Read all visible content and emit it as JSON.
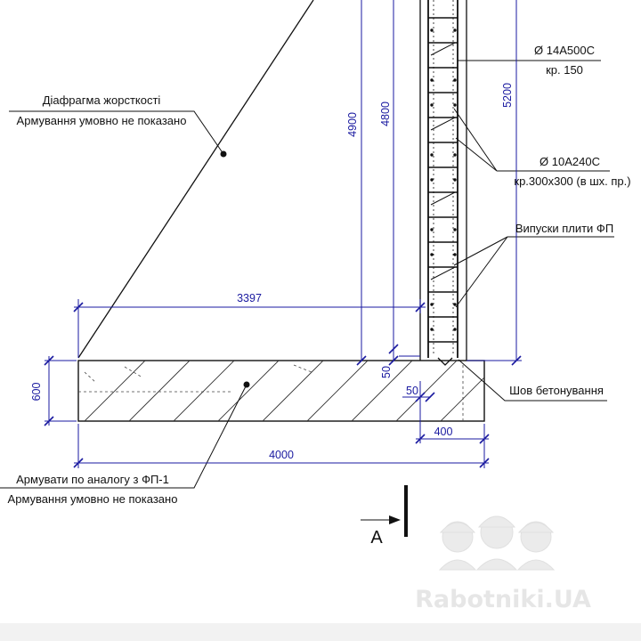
{
  "labels": {
    "diaphragm_line1": "Діафрагма жорсткості",
    "diaphragm_line2": "Армування умовно не показано",
    "rebar_main_line1": "Ø 14A500C",
    "rebar_main_line2": "кр. 150",
    "rebar_stirrup_line1": "Ø 10A240C",
    "rebar_stirrup_line2": "кр.300х300 (в шх. пр.)",
    "slab_dowels": "Випуски плити ФП",
    "construction_joint": "Шов бетонування",
    "footing_line1": "Армувати по аналогу з ФП-1",
    "footing_line2": "Армування умовно не показано",
    "section_mark": "А"
  },
  "dimensions": {
    "d4900": "4900",
    "d4800": "4800",
    "d5200": "5200",
    "d3397": "3397",
    "d600": "600",
    "d4000": "4000",
    "d400": "400",
    "d50_vertical": "50",
    "d50_horizontal": "50"
  },
  "watermark": {
    "text": "Rabotniki.UA"
  },
  "colors": {
    "dimension": "#1a1aa0",
    "line": "#111111",
    "watermark": "#e6e6e6"
  }
}
